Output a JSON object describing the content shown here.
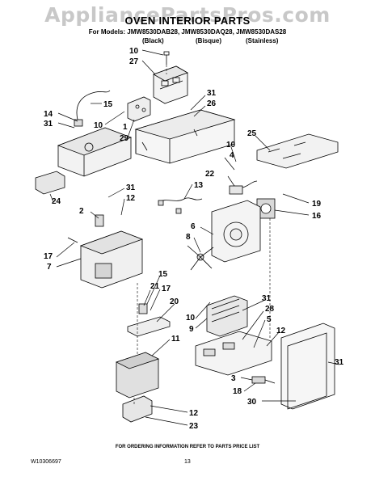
{
  "watermark": "AppliancePartsPros.com",
  "header": {
    "title": "OVEN INTERIOR PARTS",
    "models_line": "For Models: JMW8530DAB28, JMW8530DAQ28, JMW8530DAS28",
    "variants": [
      "(Black)",
      "(Bisque)",
      "(Stainless)"
    ]
  },
  "callouts": [
    "10",
    "27",
    "15",
    "14",
    "31",
    "10",
    "1",
    "29",
    "31",
    "26",
    "25",
    "10",
    "4",
    "22",
    "13",
    "24",
    "31",
    "12",
    "2",
    "19",
    "16",
    "6",
    "8",
    "17",
    "7",
    "21",
    "15",
    "17",
    "20",
    "10",
    "9",
    "31",
    "28",
    "5",
    "12",
    "11",
    "3",
    "18",
    "30",
    "31",
    "12",
    "23"
  ],
  "footer": {
    "note": "FOR ORDERING INFORMATION REFER TO PARTS PRICE LIST",
    "doc_code": "W10306697",
    "page": "13"
  }
}
